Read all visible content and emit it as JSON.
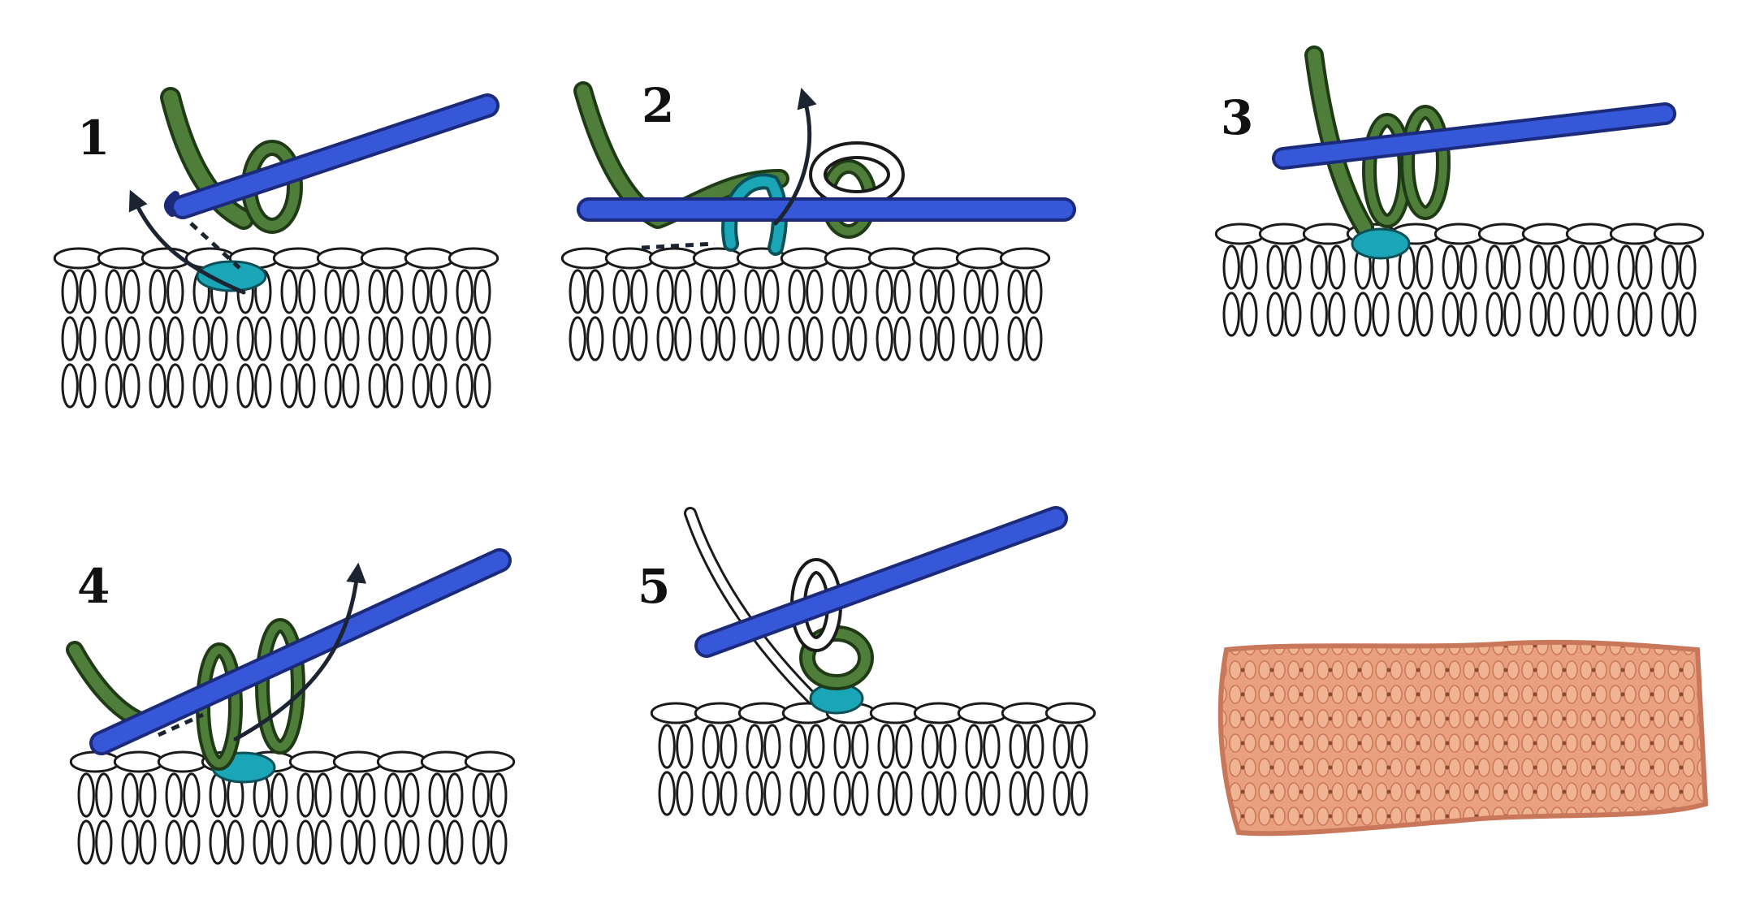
{
  "steps": [
    {
      "label": "1"
    },
    {
      "label": "2"
    },
    {
      "label": "3"
    },
    {
      "label": "4"
    },
    {
      "label": "5"
    }
  ],
  "colors": {
    "hook": "#3557d8",
    "hook_edge": "#1b2a7a",
    "working_yarn": "#4f7d3a",
    "working_yarn_edge": "#1f3b16",
    "loop_accent": "#1aa6b7",
    "fabric_stitch": "#ffffff",
    "outline": "#1a1a1a",
    "arrow": "#1b2430",
    "swatch": "#e9a07f",
    "swatch_shadow": "#c9775a"
  },
  "icons": {
    "swatch": "finished-single-crochet-swatch-photo"
  }
}
